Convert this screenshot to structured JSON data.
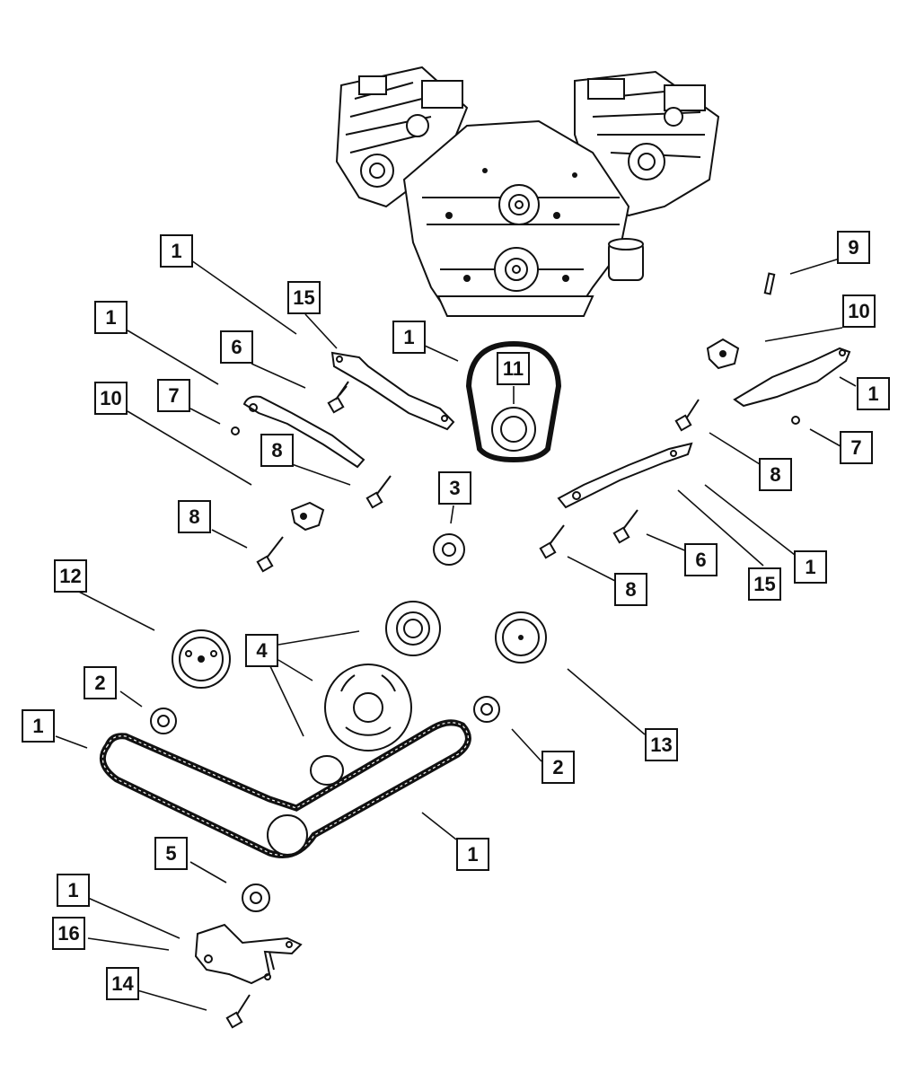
{
  "colors": {
    "ink": "#111111",
    "background": "#ffffff"
  },
  "callouts": [
    {
      "id": "c1a",
      "label": "1"
    },
    {
      "id": "c15a",
      "label": "15"
    },
    {
      "id": "c1b",
      "label": "1"
    },
    {
      "id": "c6a",
      "label": "6"
    },
    {
      "id": "c7a",
      "label": "7"
    },
    {
      "id": "c10a",
      "label": "10"
    },
    {
      "id": "c8a",
      "label": "8"
    },
    {
      "id": "c8b",
      "label": "8"
    },
    {
      "id": "c1c",
      "label": "1"
    },
    {
      "id": "c11",
      "label": "11"
    },
    {
      "id": "c3",
      "label": "3"
    },
    {
      "id": "c9",
      "label": "9"
    },
    {
      "id": "c10b",
      "label": "10"
    },
    {
      "id": "c1d",
      "label": "1"
    },
    {
      "id": "c7b",
      "label": "7"
    },
    {
      "id": "c8c",
      "label": "8"
    },
    {
      "id": "c6b",
      "label": "6"
    },
    {
      "id": "c1e",
      "label": "1"
    },
    {
      "id": "c15b",
      "label": "15"
    },
    {
      "id": "c8d",
      "label": "8"
    },
    {
      "id": "c12",
      "label": "12"
    },
    {
      "id": "c4",
      "label": "4"
    },
    {
      "id": "c2a",
      "label": "2"
    },
    {
      "id": "c1f",
      "label": "1"
    },
    {
      "id": "c13",
      "label": "13"
    },
    {
      "id": "c2b",
      "label": "2"
    },
    {
      "id": "c1g",
      "label": "1"
    },
    {
      "id": "c5",
      "label": "5"
    },
    {
      "id": "c1h",
      "label": "1"
    },
    {
      "id": "c16",
      "label": "16"
    },
    {
      "id": "c14",
      "label": "14"
    }
  ]
}
